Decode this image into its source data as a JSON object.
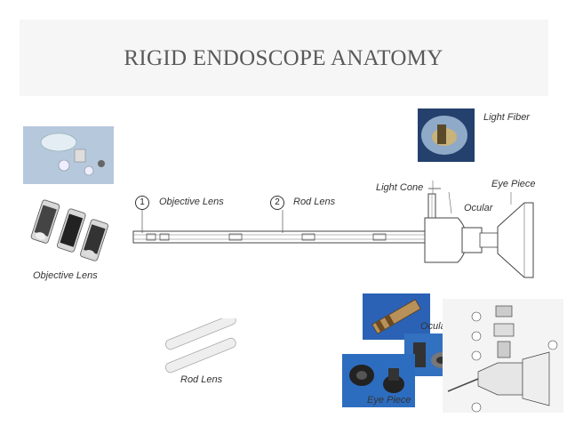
{
  "title": "RIGID ENDOSCOPE ANATOMY",
  "labels": {
    "objective_lens_numbered": "Objective Lens",
    "rod_lens_numbered": "Rod Lens",
    "light_cone": "Light Cone",
    "ocular_top": "Ocular",
    "eye_piece_top": "Eye Piece",
    "light_fiber": "Light Fiber",
    "objective_lens_photo": "Objective Lens",
    "rod_lens_photo": "Rod Lens",
    "ocular_photo": "Ocular",
    "eye_piece_photo": "Eye Piece"
  },
  "markers": [
    "1",
    "2"
  ],
  "colors": {
    "title": "#595959",
    "title_band": "#f6f6f6",
    "photo_blue": "#2f5fa8",
    "outline": "#444444"
  }
}
